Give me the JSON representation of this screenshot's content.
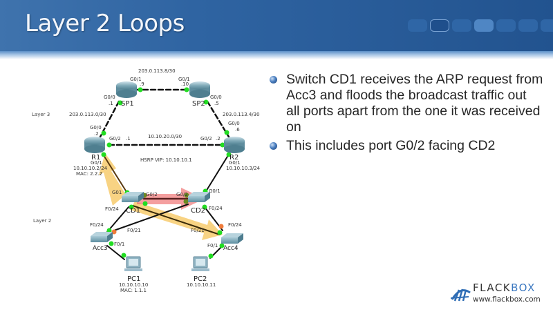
{
  "slide": {
    "title": "Layer 2 Loops",
    "nav_boxes": 7,
    "bullets": [
      "Switch CD1 receives the ARP request from Acc3 and floods the broadcast traffic out all ports apart from the one it was received on",
      "This includes port G0/2 facing CD2"
    ]
  },
  "colors": {
    "header_blue": "#2f64a2",
    "link_up_dot": "#22dd22",
    "link_blocked_dot": "#f07b3a",
    "flood_arrow": "#f5c45a",
    "highlight_arrow": "#ee6b6b",
    "brand_blue": "#3b78c0"
  },
  "diagram": {
    "zone_labels": {
      "layer3": "Layer 3",
      "layer2": "Layer 2"
    },
    "subnets": {
      "sp1_sp2": "203.0.113.8/30",
      "sp1_r1": "203.0.113.0/30",
      "sp2_r2": "203.0.113.4/30",
      "r1_r2": "10.10.20.0/30"
    },
    "hsrp_vip": "HSRP VIP: 10.10.10.1",
    "devices": {
      "sp1": {
        "name": "SP1"
      },
      "sp2": {
        "name": "SP2"
      },
      "r1": {
        "name": "R1",
        "g01": "G0/1",
        "ip": "10.10.10.2/24",
        "mac": "MAC: 2.2.2"
      },
      "r2": {
        "name": "R2",
        "g01": "G0/1",
        "ip": "10.10.10.3/24"
      },
      "cd1": {
        "name": "CD1"
      },
      "cd2": {
        "name": "CD2"
      },
      "acc3": {
        "name": "Acc3"
      },
      "acc4": {
        "name": "Acc4"
      },
      "pc1": {
        "name": "PC1",
        "ip": "10.10.10.10",
        "mac": "MAC: 1.1.1"
      },
      "pc2": {
        "name": "PC2",
        "ip": "10.10.10.11"
      }
    },
    "ports": {
      "sp1_g01": "G0/1",
      "sp1_g01_ip": ".9",
      "sp2_g01": "G0/1",
      "sp2_g01_ip": ".10",
      "sp1_g00": "G0/0",
      "sp1_g00_ip": ".1",
      "sp2_g00": "G0/0",
      "sp2_g00_ip": ".5",
      "r1_g00": "G0/0",
      "r1_g00_ip": ".2",
      "r2_g00": "G0/0",
      "r2_g00_ip": ".6",
      "r1_g02": "G0/2",
      "r1_g02_ip": ".1",
      "r2_g02": "G0/2",
      "r2_g02_ip": ".2",
      "cd1_g01": "G01",
      "cd1_g02": "G0/2",
      "cd2_g02": "G0/2",
      "cd2_g01": "G0/1",
      "cd1_f024": "F0/24",
      "cd2_f024": "F0/24",
      "acc3_f024": "F0/24",
      "acc3_f021": "F0/21",
      "acc4_f024": "F0/24",
      "acc4_f021": "F0/21",
      "acc3_f01": "F0/1",
      "acc4_f01": "F0/1"
    }
  },
  "logo": {
    "name_part1": "FLACK",
    "name_part2": "BOX",
    "url": "www.flackbox.com"
  }
}
